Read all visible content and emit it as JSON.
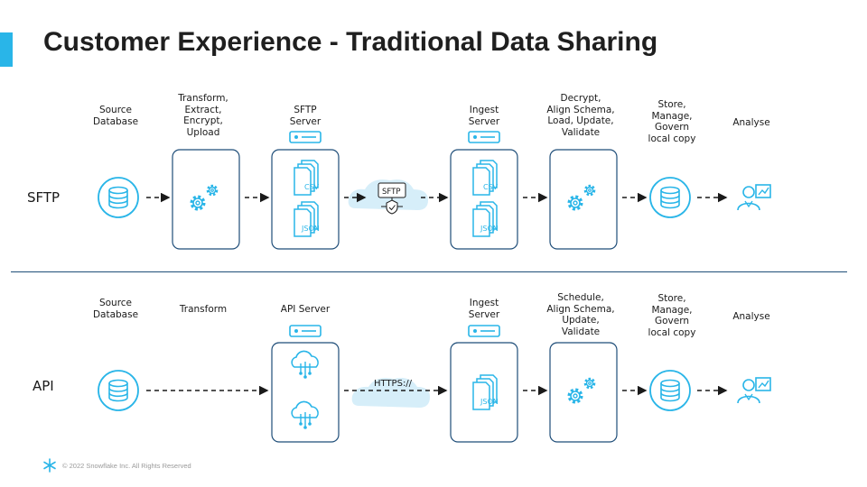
{
  "title": "Customer Experience - Traditional Data Sharing",
  "colors": {
    "accent": "#29b5e8",
    "cloud": "#d6eef9",
    "divider": "#1f4e79",
    "text": "#1a1a1a"
  },
  "sftp_row": {
    "label": "SFTP",
    "columns": [
      {
        "label": "Source\nDatabase",
        "icon": "database-icon"
      },
      {
        "label": "Transform,\nExtract,\nEncrypt,\nUpload",
        "icon": "gears-icon"
      },
      {
        "label": "SFTP\nServer",
        "icon": "server-icon",
        "files": [
          "CSV",
          "JSON"
        ]
      },
      {
        "cloud_text": "SFTP",
        "icon": "secure-cloud-icon"
      },
      {
        "label": "Ingest\nServer",
        "icon": "server-icon",
        "files": [
          "CSV",
          "JSON"
        ]
      },
      {
        "label": "Decrypt,\nAlign Schema,\nLoad, Update,\nValidate",
        "icon": "gears-icon"
      },
      {
        "label": "Store,\nManage,\nGovern\nlocal copy",
        "icon": "database-icon"
      },
      {
        "label": "Analyse",
        "icon": "analyst-icon"
      }
    ]
  },
  "api_row": {
    "label": "API",
    "columns": [
      {
        "label": "Source\nDatabase",
        "icon": "database-icon"
      },
      {
        "label": "Transform"
      },
      {
        "label": "API Server",
        "icon": "server-icon"
      },
      {
        "cloud_text": "HTTPS://",
        "icon": "cloud-icon"
      },
      {
        "label": "Ingest\nServer",
        "icon": "server-icon",
        "files": [
          "JSON"
        ]
      },
      {
        "label": "Schedule,\nAlign Schema,\nUpdate,\nValidate",
        "icon": "gears-icon"
      },
      {
        "label": "Store,\nManage,\nGovern\nlocal copy",
        "icon": "database-icon"
      },
      {
        "label": "Analyse",
        "icon": "analyst-icon"
      }
    ]
  },
  "footer": "© 2022 Snowflake Inc. All Rights Reserved"
}
